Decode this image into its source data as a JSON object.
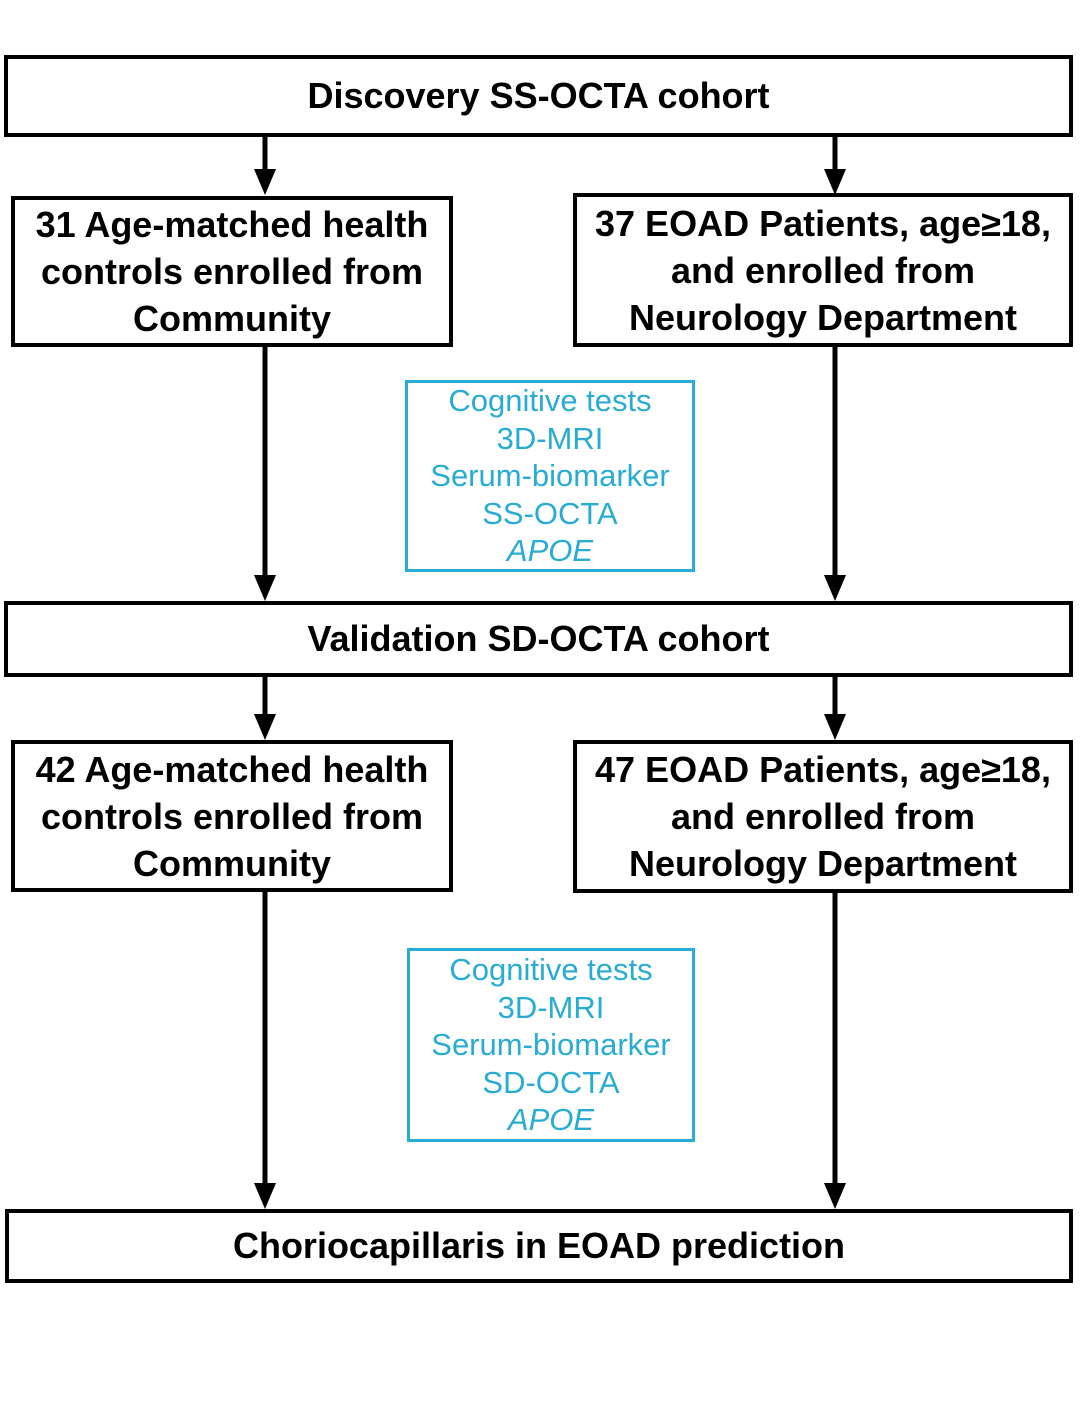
{
  "colors": {
    "ink": "#000000",
    "accent_cyan": "#29acd4",
    "background": "#ffffff"
  },
  "flowchart": {
    "discovery_cohort_box": {
      "label": "Discovery SS-OCTA cohort"
    },
    "discovery_controls_box": {
      "lines": [
        "31 Age-matched health",
        "controls enrolled from",
        "Community"
      ]
    },
    "discovery_patients_box": {
      "lines": [
        "37 EOAD Patients, age≥18,",
        "and enrolled from",
        "Neurology Department"
      ]
    },
    "discovery_tests_box": {
      "lines": [
        "Cognitive tests",
        "3D-MRI",
        "Serum-biomarker",
        "SS-OCTA"
      ],
      "italic_line": "APOE"
    },
    "validation_cohort_box": {
      "label": "Validation SD-OCTA cohort"
    },
    "validation_controls_box": {
      "lines": [
        "42 Age-matched health",
        "controls enrolled from",
        "Community"
      ]
    },
    "validation_patients_box": {
      "lines": [
        "47 EOAD Patients, age≥18,",
        "and enrolled from",
        "Neurology Department"
      ]
    },
    "validation_tests_box": {
      "lines": [
        "Cognitive tests",
        "3D-MRI",
        "Serum-biomarker",
        "SD-OCTA"
      ],
      "italic_line": "APOE"
    },
    "final_box": {
      "label": "Choriocapillaris in EOAD prediction"
    }
  }
}
